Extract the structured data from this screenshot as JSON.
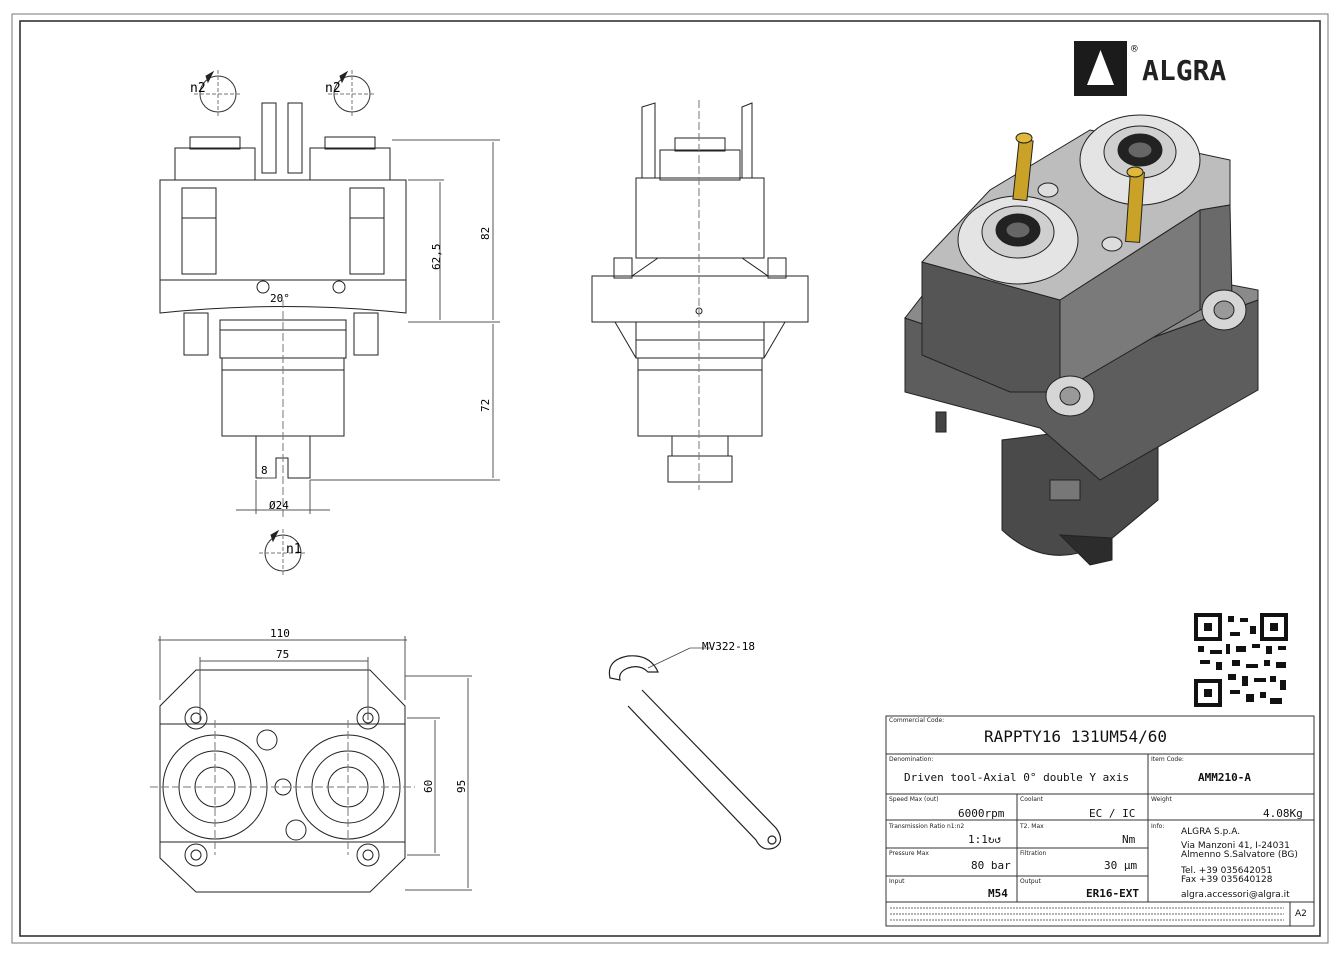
{
  "brand": {
    "logo_text": "ALGRA",
    "registered": "®"
  },
  "dimensions": {
    "n2_left": "n2",
    "n2_right": "n2",
    "n1": "n1",
    "height_82": "82",
    "height_62_5": "62,5",
    "height_72": "72",
    "angle_20": "20°",
    "shaft_8": "8",
    "diameter_24": "Ø24",
    "width_110": "110",
    "width_75": "75",
    "height_60": "60",
    "height_95": "95"
  },
  "wrench_label": "MV322-18",
  "title_block": {
    "commercial_code_label": "Commercial Code:",
    "commercial_code": "RAPPTY16 131UM54/60",
    "denomination_label": "Denomination:",
    "denomination": "Driven tool-Axial 0° double Y axis",
    "item_code_label": "Item Code:",
    "item_code": "AMM210-A",
    "speed_label": "Speed Max (out)",
    "speed": "6000rpm",
    "coolant_label": "Coolant",
    "coolant": "EC / IC",
    "weight_label": "Weight",
    "weight": "4.08Kg",
    "ratio_label": "Transmission Ratio n1:n2",
    "ratio": "1:1↻↺",
    "torque_label": "T2. Max",
    "torque": "Nm",
    "info_label": "Info:",
    "company": "ALGRA S.p.A.",
    "address1": "Via Manzoni 41, I-24031",
    "address2": "Almenno S.Salvatore (BG)",
    "tel": "Tel. +39 035642051",
    "fax": "Fax +39 035640128",
    "email": "algra.accessori@algra.it",
    "pressure_label": "Pressure Max",
    "pressure": "80 bar",
    "filtration_label": "Filtration",
    "filtration": "30 μm",
    "input_label": "Input",
    "input": "M54",
    "output_label": "Output",
    "output": "ER16-EXT",
    "sheet_size": "A2"
  }
}
